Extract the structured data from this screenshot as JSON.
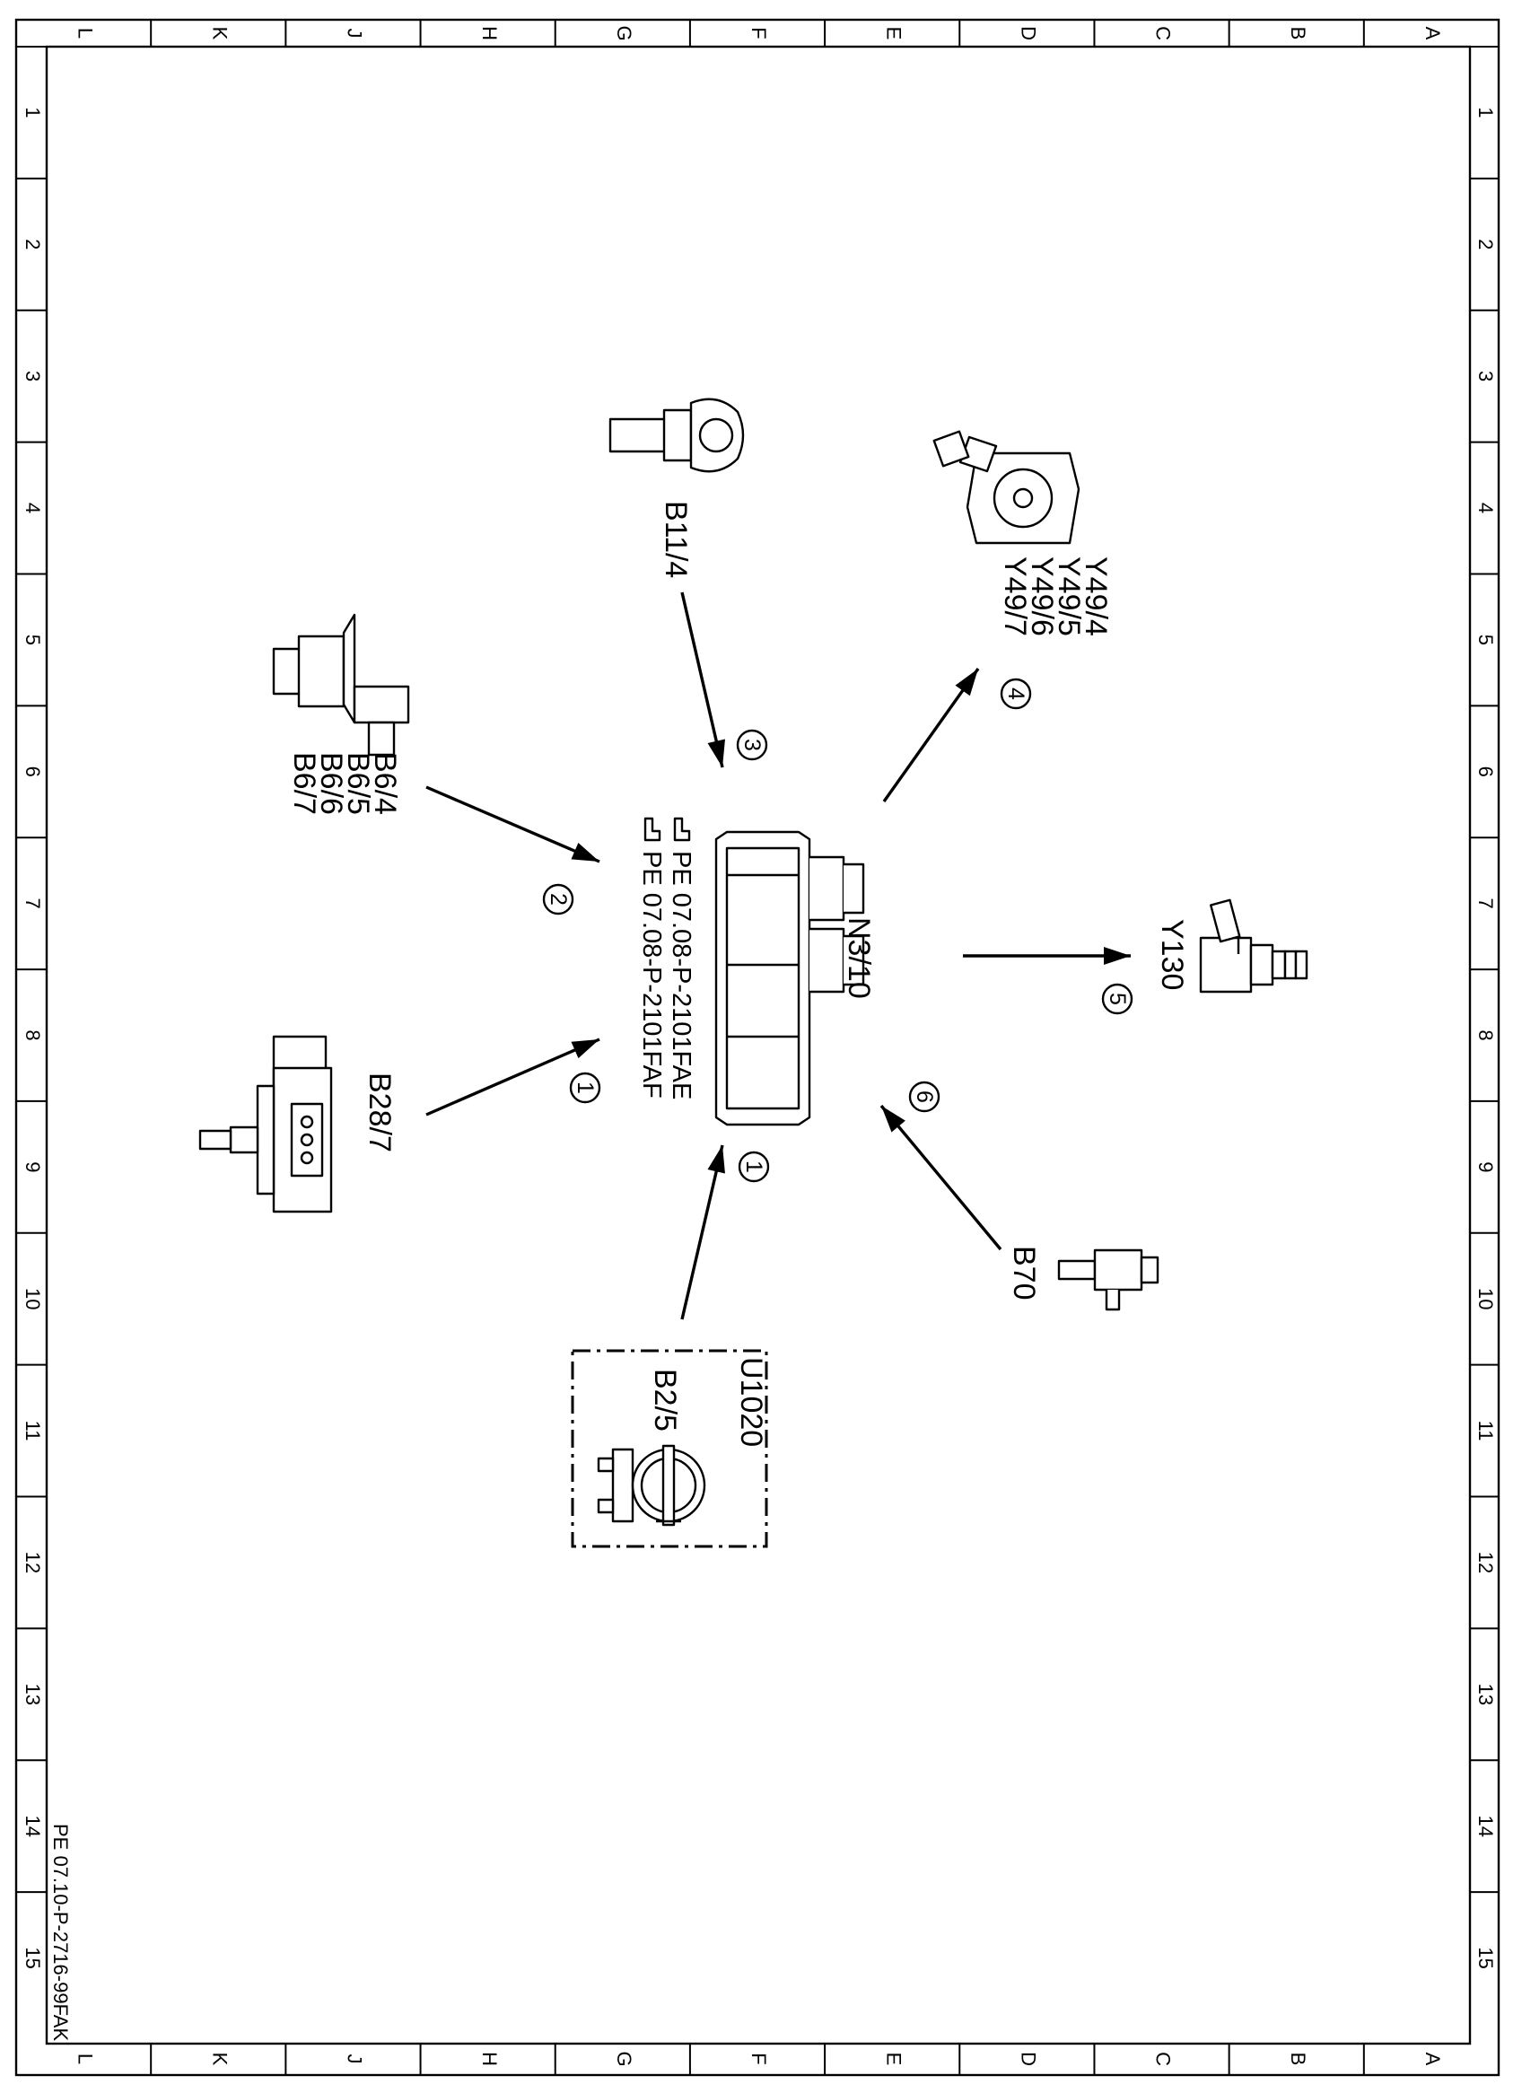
{
  "grid": {
    "letters": [
      "L",
      "K",
      "J",
      "H",
      "G",
      "F",
      "E",
      "D",
      "C",
      "B",
      "A"
    ],
    "numbers": [
      "1",
      "2",
      "3",
      "4",
      "5",
      "6",
      "7",
      "8",
      "9",
      "10",
      "11",
      "12",
      "13",
      "14",
      "15"
    ]
  },
  "components": {
    "ecu": {
      "label": "N3/10",
      "icon": "engine-control-unit-icon"
    },
    "b11_4": {
      "label": "B11/4",
      "icon": "coolant-temperature-sensor-icon"
    },
    "y49": {
      "labels": [
        "Y49/4",
        "Y49/5",
        "Y49/6",
        "Y49/7"
      ],
      "icon": "camshaft-adjuster-solenoid-icon"
    },
    "b6": {
      "labels": [
        "B6/4",
        "B6/5",
        "B6/6",
        "B6/7"
      ],
      "icon": "camshaft-hall-sensor-icon"
    },
    "y130": {
      "label": "Y130",
      "icon": "oil-pump-valve-icon"
    },
    "b28_7": {
      "label": "B28/7",
      "icon": "pressure-sensor-icon"
    },
    "b70": {
      "label": "B70",
      "icon": "crankshaft-hall-sensor-icon"
    },
    "u1020": {
      "label": "U1020",
      "sub_label": "B2/5",
      "icon": "hot-film-mass-air-flow-sensor-icon"
    }
  },
  "references": [
    "PE 07.08-P-2101FAE",
    "PE 07.08-P-2101FAF"
  ],
  "reference_icon": "pointing-hand-icon",
  "callouts": [
    "1",
    "1",
    "2",
    "3",
    "4",
    "5",
    "6"
  ],
  "footer": "PE 07.10-P-2716-99FAK"
}
